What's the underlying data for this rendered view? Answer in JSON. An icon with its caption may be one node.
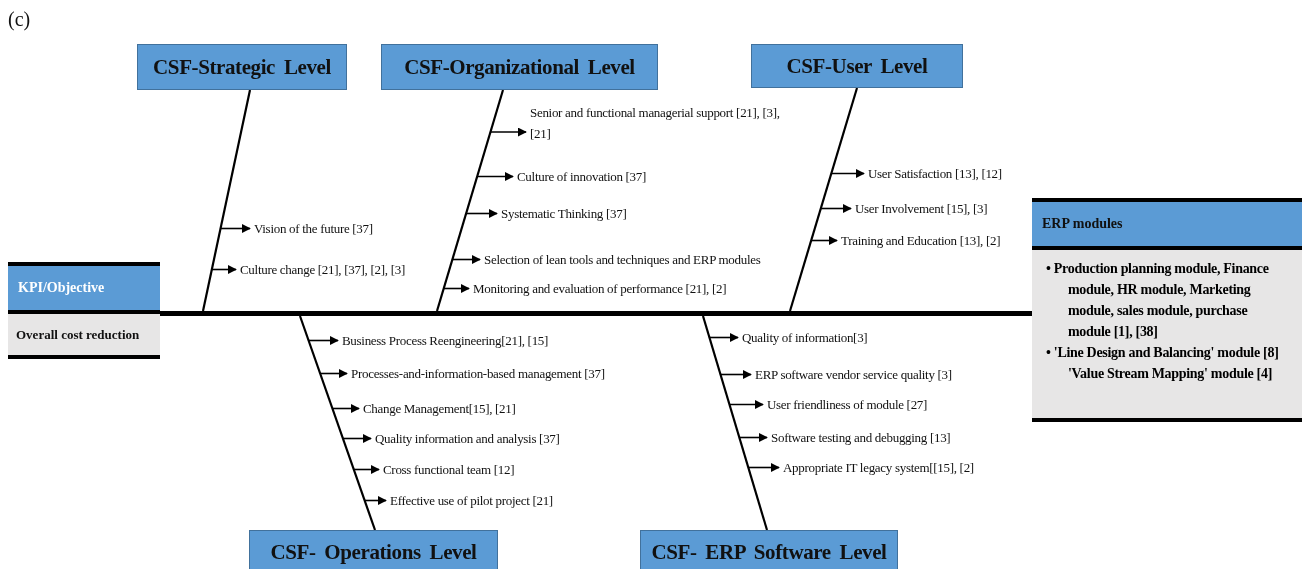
{
  "diagram": {
    "nodes": [
      {
        "text": [
          "CSF-Strategic Level"
        ]
      },
      {
        "text": [
          "CSF-Organizational Level"
        ]
      },
      {
        "text": [
          "CSF-User Level"
        ]
      },
      {
        "text": [
          "Vision of the future [37]"
        ]
      },
      {
        "text": [
          "Culture change [21], [37], [2], [3]"
        ]
      },
      {
        "text": [
          "Senior and functional managerial support [21], [3], [21]"
        ]
      },
      {
        "text": [
          "Culture of innovation [37]"
        ]
      },
      {
        "text": [
          "Systematic Thinking [37]"
        ]
      },
      {
        "text": [
          "Selection of lean tools and techniques and ERP modules"
        ]
      },
      {
        "text": [
          "Monitoring and evaluation of performance [21], [2]"
        ]
      },
      {
        "text": [
          "User Satisfaction [13], [12]"
        ]
      },
      {
        "text": [
          "User Involvement [15], [3]"
        ]
      },
      {
        "text": [
          "Training and Education [13], [2]"
        ]
      },
      {
        "text": [
          "KPI/Objective",
          "Overall cost reduction"
        ]
      },
      {
        "text": [
          "ERP modules",
          "• Production planning module, Finance module, HR module, Marketing module, sales module, purchase module [1], [38]",
          "• 'Line Design and Balancing' module [8] 'Value Stream Mapping' module [4]"
        ]
      },
      {
        "text": [
          "Business Process Reengineering[21], [15]"
        ]
      },
      {
        "text": [
          "Processes-and-information-based management [37]"
        ]
      },
      {
        "text": [
          "Change Management[15], [21]"
        ]
      },
      {
        "text": [
          "Quality information and analysis [37]"
        ]
      },
      {
        "text": [
          "Cross functional team [12]"
        ]
      },
      {
        "text": [
          "Effective use of pilot project [21]"
        ]
      },
      {
        "text": [
          "Quality of information[3]"
        ]
      },
      {
        "text": [
          "ERP software vendor service quality [3]"
        ]
      },
      {
        "text": [
          "User friendliness of module [27]"
        ]
      },
      {
        "text": [
          "Software testing and debugging [13]"
        ]
      },
      {
        "text": [
          "Appropriate IT legacy system[[15], [2]"
        ]
      },
      {
        "text": [
          "CSF- Operations Level"
        ]
      },
      {
        "text": [
          "CSF- ERP Software Level"
        ]
      },
      {
        "text": [],
        "shape": "bar"
      }
    ],
    "edges": [
      {
        "from": 0,
        "to": 28,
        "arrow": "none"
      },
      {
        "from": 1,
        "to": 28,
        "arrow": "none"
      },
      {
        "from": 2,
        "to": 28,
        "arrow": "none"
      },
      {
        "from": 26,
        "to": 28,
        "arrow": "none"
      },
      {
        "from": 27,
        "to": 28,
        "arrow": "none"
      },
      {
        "from": null,
        "to": 3,
        "arrow": "to"
      },
      {
        "from": null,
        "to": 4,
        "arrow": "to"
      },
      {
        "from": null,
        "to": 5,
        "arrow": "to"
      },
      {
        "from": null,
        "to": 6,
        "arrow": "to"
      },
      {
        "from": null,
        "to": 7,
        "arrow": "to"
      },
      {
        "from": null,
        "to": 8,
        "arrow": "to"
      },
      {
        "from": null,
        "to": 9,
        "arrow": "to"
      },
      {
        "from": null,
        "to": 10,
        "arrow": "to"
      },
      {
        "from": null,
        "to": 11,
        "arrow": "to"
      },
      {
        "from": null,
        "to": 12,
        "arrow": "to"
      },
      {
        "from": null,
        "to": 15,
        "arrow": "to"
      },
      {
        "from": null,
        "to": 16,
        "arrow": "to"
      },
      {
        "from": null,
        "to": 17,
        "arrow": "to"
      },
      {
        "from": null,
        "to": 18,
        "arrow": "to"
      },
      {
        "from": null,
        "to": 19,
        "arrow": "to"
      },
      {
        "from": null,
        "to": 20,
        "arrow": "to"
      },
      {
        "from": null,
        "to": 21,
        "arrow": "to"
      },
      {
        "from": null,
        "to": 22,
        "arrow": "to"
      },
      {
        "from": null,
        "to": 23,
        "arrow": "to"
      },
      {
        "from": null,
        "to": 24,
        "arrow": "to"
      },
      {
        "from": null,
        "to": 25,
        "arrow": "to"
      }
    ],
    "labels": [
      "(c)"
    ]
  }
}
